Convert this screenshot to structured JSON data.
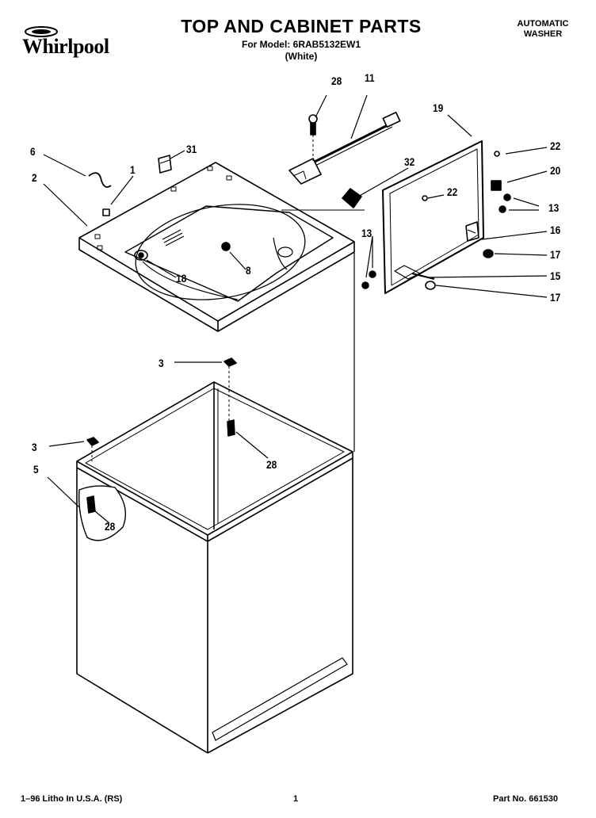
{
  "brand": {
    "logo_text": "Whirlpool",
    "logo_badge": ""
  },
  "header": {
    "title": "TOP AND CABINET PARTS",
    "subtitle": "For Model: 6RAB5132EW1",
    "color_note": "(White)",
    "category_line1": "AUTOMATIC",
    "category_line2": "WASHER"
  },
  "callouts": {
    "c28_top": "28",
    "c11": "11",
    "c19": "19",
    "c6": "6",
    "c31": "31",
    "c1": "1",
    "c2": "2",
    "c32": "32",
    "c22_a": "22",
    "c20": "20",
    "c22_b": "22",
    "c13_a": "13",
    "c16": "16",
    "c13_b": "13",
    "c17_a": "17",
    "c8": "8",
    "c18": "18",
    "c15": "15",
    "c17_b": "17",
    "c3_a": "3",
    "c3_b": "3",
    "c28_mid": "28",
    "c5": "5",
    "c28_low": "28"
  },
  "footer": {
    "litho": "1–96 Litho In U.S.A. (RS)",
    "page": "1",
    "part_no": "Part No. 661530"
  }
}
